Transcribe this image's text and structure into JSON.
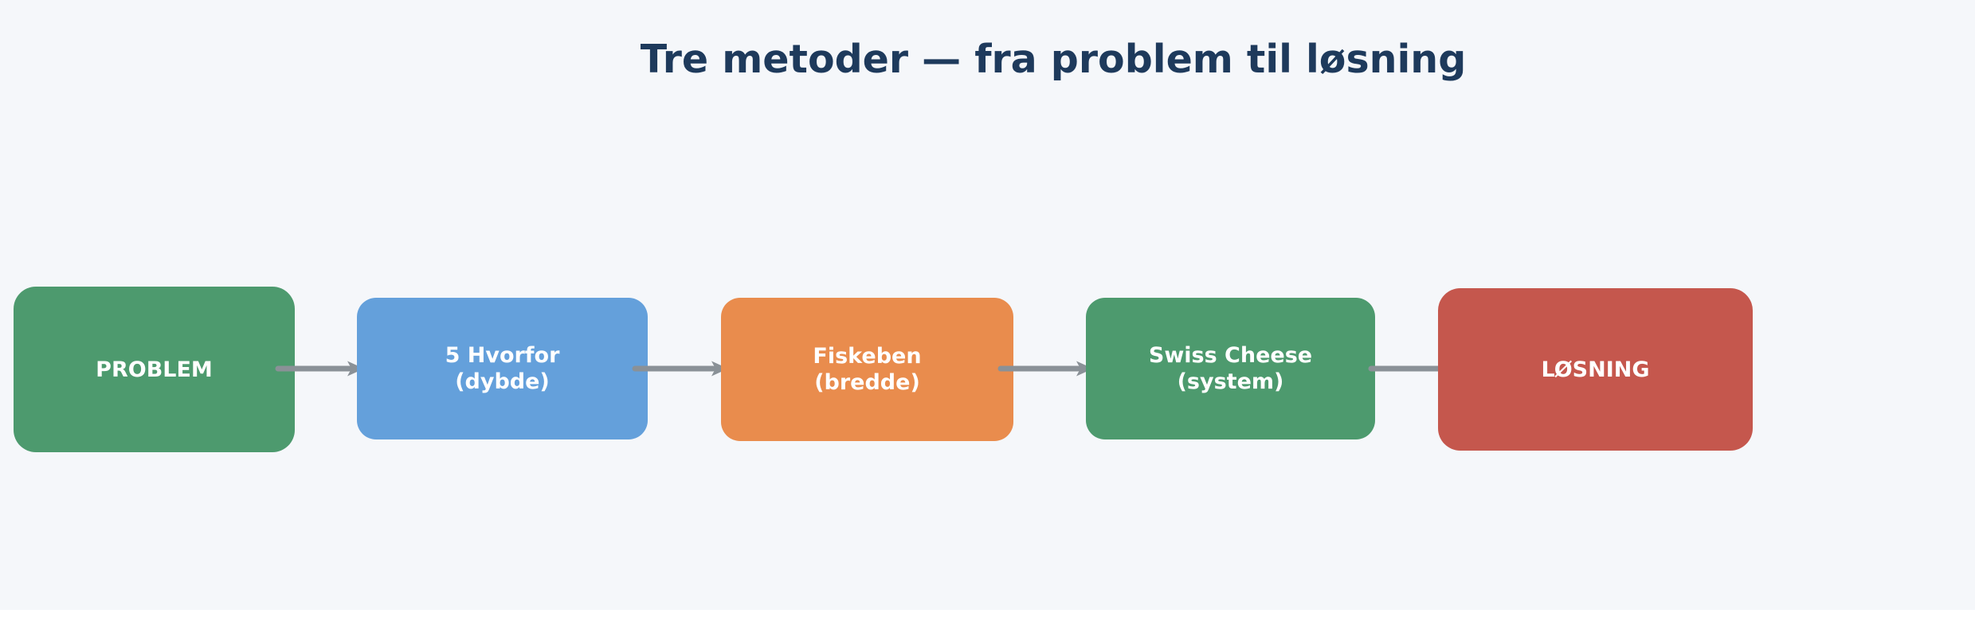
{
  "title": {
    "text": "Tre metoder — fra problem til løsning",
    "color": "#1e3a5c"
  },
  "colors": {
    "background": "#f5f7fa",
    "bottom_strip": "#ffffff"
  },
  "flow": {
    "arrow_color": "#8a9197",
    "nodes": [
      {
        "id": "problem",
        "label": "PROBLEM",
        "color": "#4d9a6e",
        "text_color": "#ffffff"
      },
      {
        "id": "5-hvorfor",
        "label": "5 Hvorfor\n(dybde)",
        "color": "#64a0db",
        "text_color": "#ffffff"
      },
      {
        "id": "fiskeben",
        "label": "Fiskeben\n(bredde)",
        "color": "#e98c4d",
        "text_color": "#ffffff"
      },
      {
        "id": "swiss-cheese",
        "label": "Swiss Cheese\n(system)",
        "color": "#4d9a6e",
        "text_color": "#ffffff"
      },
      {
        "id": "losning",
        "label": "LØSNING",
        "color": "#c5574d",
        "text_color": "#ffffff"
      }
    ],
    "edges": [
      {
        "from": "problem",
        "to": "5-hvorfor"
      },
      {
        "from": "5-hvorfor",
        "to": "fiskeben"
      },
      {
        "from": "fiskeben",
        "to": "swiss-cheese"
      },
      {
        "from": "swiss-cheese",
        "to": "losning"
      }
    ]
  }
}
